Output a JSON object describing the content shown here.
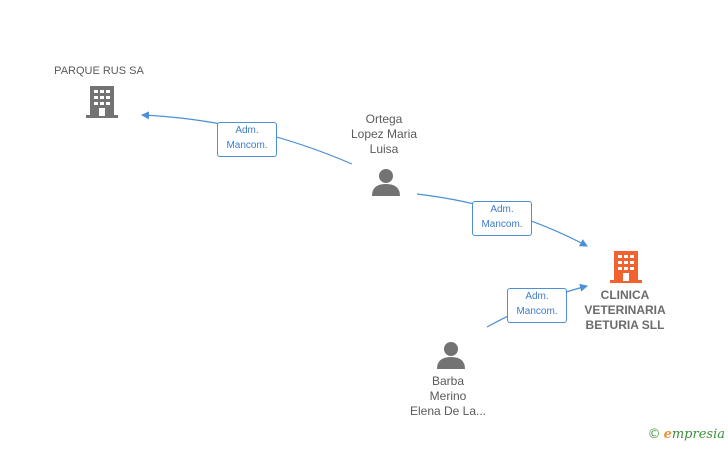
{
  "nodes": {
    "parque_rus": {
      "label": "PARQUE RUS SA",
      "type": "company",
      "color": "#737373"
    },
    "ortega": {
      "label": "Ortega\nLopez Maria\nLuisa",
      "type": "person",
      "color": "#737373"
    },
    "clinica": {
      "label": "CLINICA\nVETERINARIA\nBETURIA SLL",
      "type": "company",
      "color": "#f2622e"
    },
    "barba": {
      "label": "Barba\nMerino\nElena De La...",
      "type": "person",
      "color": "#737373"
    }
  },
  "edges": [
    {
      "from": "ortega",
      "to": "parque_rus",
      "label": "Adm.\nMancom."
    },
    {
      "from": "ortega",
      "to": "clinica",
      "label": "Adm.\nMancom."
    },
    {
      "from": "barba",
      "to": "clinica",
      "label": "Adm.\nMancom."
    }
  ],
  "colors": {
    "edge": "#4a8fd8",
    "node": "#737373",
    "highlight": "#f2622e"
  },
  "brand": {
    "copyright_symbol": "©",
    "first_letter": "e",
    "rest": "mpresia"
  }
}
